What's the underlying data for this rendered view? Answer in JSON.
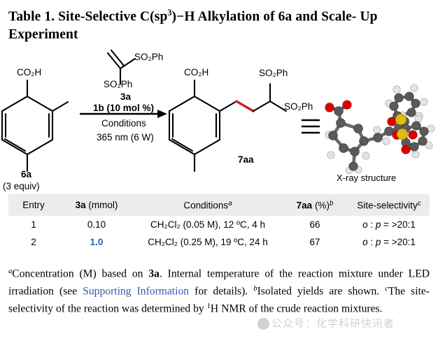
{
  "title": {
    "line1_pre": "Table 1. Site-Selective C(sp",
    "line1_sup": "3",
    "line1_post": ")−H Alkylation of 6a and Scale-",
    "line2": "Up Experiment"
  },
  "scheme": {
    "substrate": {
      "group_label": "CO₂H",
      "name": "6a",
      "equiv": "(3 equiv)"
    },
    "reagent": {
      "sulfone_top": "SO₂Ph",
      "sulfone_bottom": "SO₂Ph",
      "name": "3a"
    },
    "arrow": {
      "above": "1b (10 mol %)",
      "below_line1": "Conditions",
      "below_line2": "365 nm (6 W)"
    },
    "product": {
      "acid_label": "CO₂H",
      "sulfone_top": "SO₂Ph",
      "sulfone_bottom": "SO₂Ph",
      "name": "7aa"
    },
    "equiv_symbol": "≡",
    "xray_caption": "X-ray structure",
    "colors": {
      "new_bond": "#cc2222",
      "carbon": "#4d4d4d",
      "hydrogen": "#e8e8e8",
      "oxygen": "#dd0000",
      "sulfur": "#ddbb11"
    }
  },
  "table": {
    "headers": [
      {
        "text": "Entry",
        "bold_prefix": "",
        "sup": ""
      },
      {
        "text": " (mmol)",
        "bold_prefix": "3a",
        "sup": ""
      },
      {
        "text": "Conditions",
        "bold_prefix": "",
        "sup": "a"
      },
      {
        "text": " (%)",
        "bold_prefix": "7aa",
        "sup": "b"
      },
      {
        "text": "Site-selectivity",
        "bold_prefix": "",
        "sup": "c"
      }
    ],
    "rows": [
      {
        "entry": "1",
        "mmol": "0.10",
        "mmol_highlight": false,
        "conditions_solvent": "CH₂Cl₂",
        "conditions_rest": " (0.05 M), 12 ºC, 4 h",
        "yield": "66",
        "selectivity_o": "o",
        "selectivity_p": "p",
        "selectivity_value": " = >20:1"
      },
      {
        "entry": "2",
        "mmol": "1.0",
        "mmol_highlight": true,
        "conditions_solvent": "CH₂Cl₂",
        "conditions_rest": " (0.25 M), 19 ºC, 24 h",
        "yield": "67",
        "selectivity_o": "o",
        "selectivity_p": "p",
        "selectivity_value": " = >20:1"
      }
    ],
    "header_bg": "#ececec",
    "highlight_color": "#3355cc"
  },
  "footnotes": {
    "a_marker": "a",
    "a_text_1": "Concentration (M) based on ",
    "a_bold": "3a",
    "a_text_2": ". Internal temperature of the reaction mixture under LED irradiation (see ",
    "a_link": "Supporting Information",
    "a_text_3": " for details). ",
    "b_marker": "b",
    "b_text": "Isolated yields are shown. ",
    "c_marker": "c",
    "c_text_1": "The site-selectivity of the reaction was determined by ",
    "c_nmr_sup": "1",
    "c_text_2": "H NMR of the crude reaction mixtures.",
    "link_color": "#2f5aa8"
  },
  "watermark": {
    "text": "公众号：化学科研快讯者"
  }
}
